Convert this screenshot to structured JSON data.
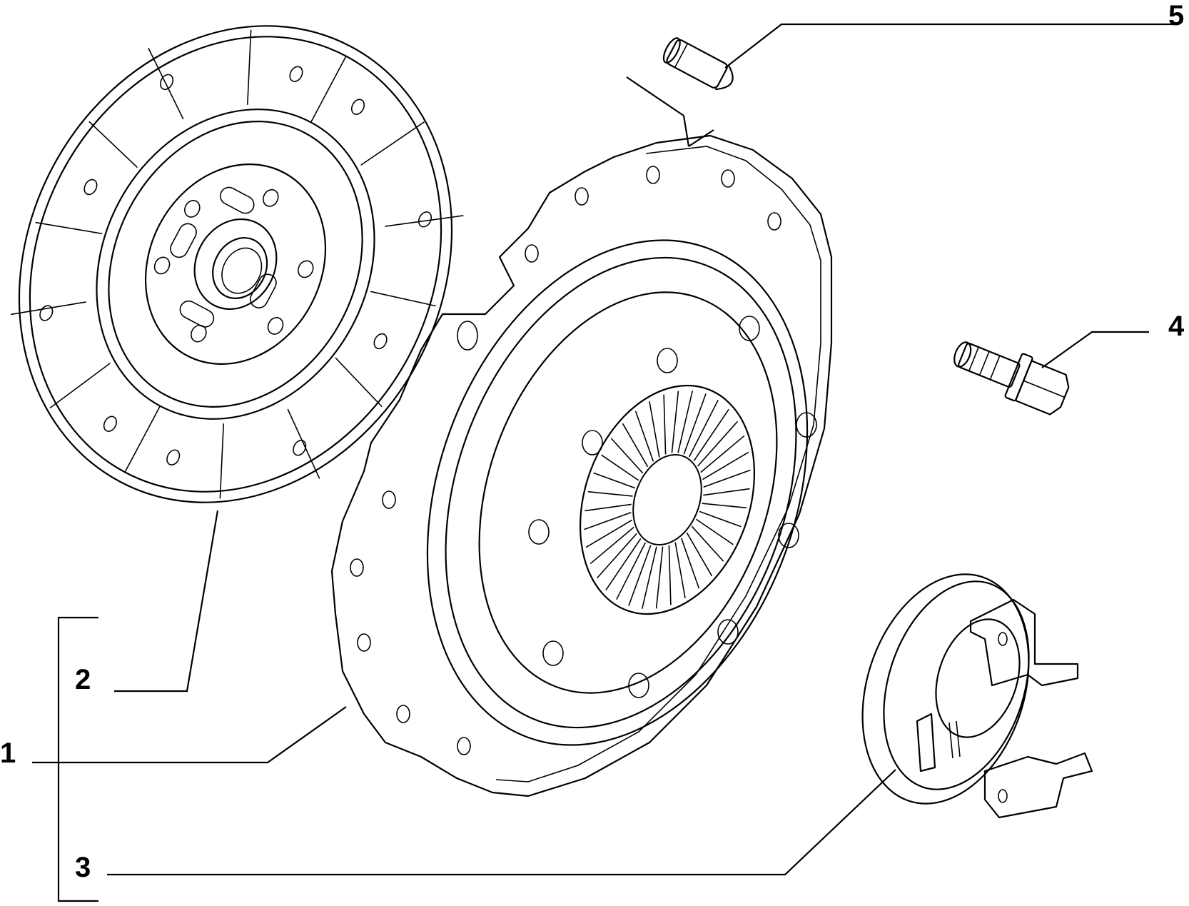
{
  "callouts": [
    {
      "id": "1",
      "label": "1",
      "part": "clutch-cover-assembly"
    },
    {
      "id": "2",
      "label": "2",
      "part": "clutch-disc"
    },
    {
      "id": "3",
      "label": "3",
      "part": "release-bearing"
    },
    {
      "id": "4",
      "label": "4",
      "part": "bolt"
    },
    {
      "id": "5",
      "label": "5",
      "part": "dowel-pin"
    }
  ],
  "colors": {
    "line": "#000000",
    "background": "#ffffff"
  }
}
